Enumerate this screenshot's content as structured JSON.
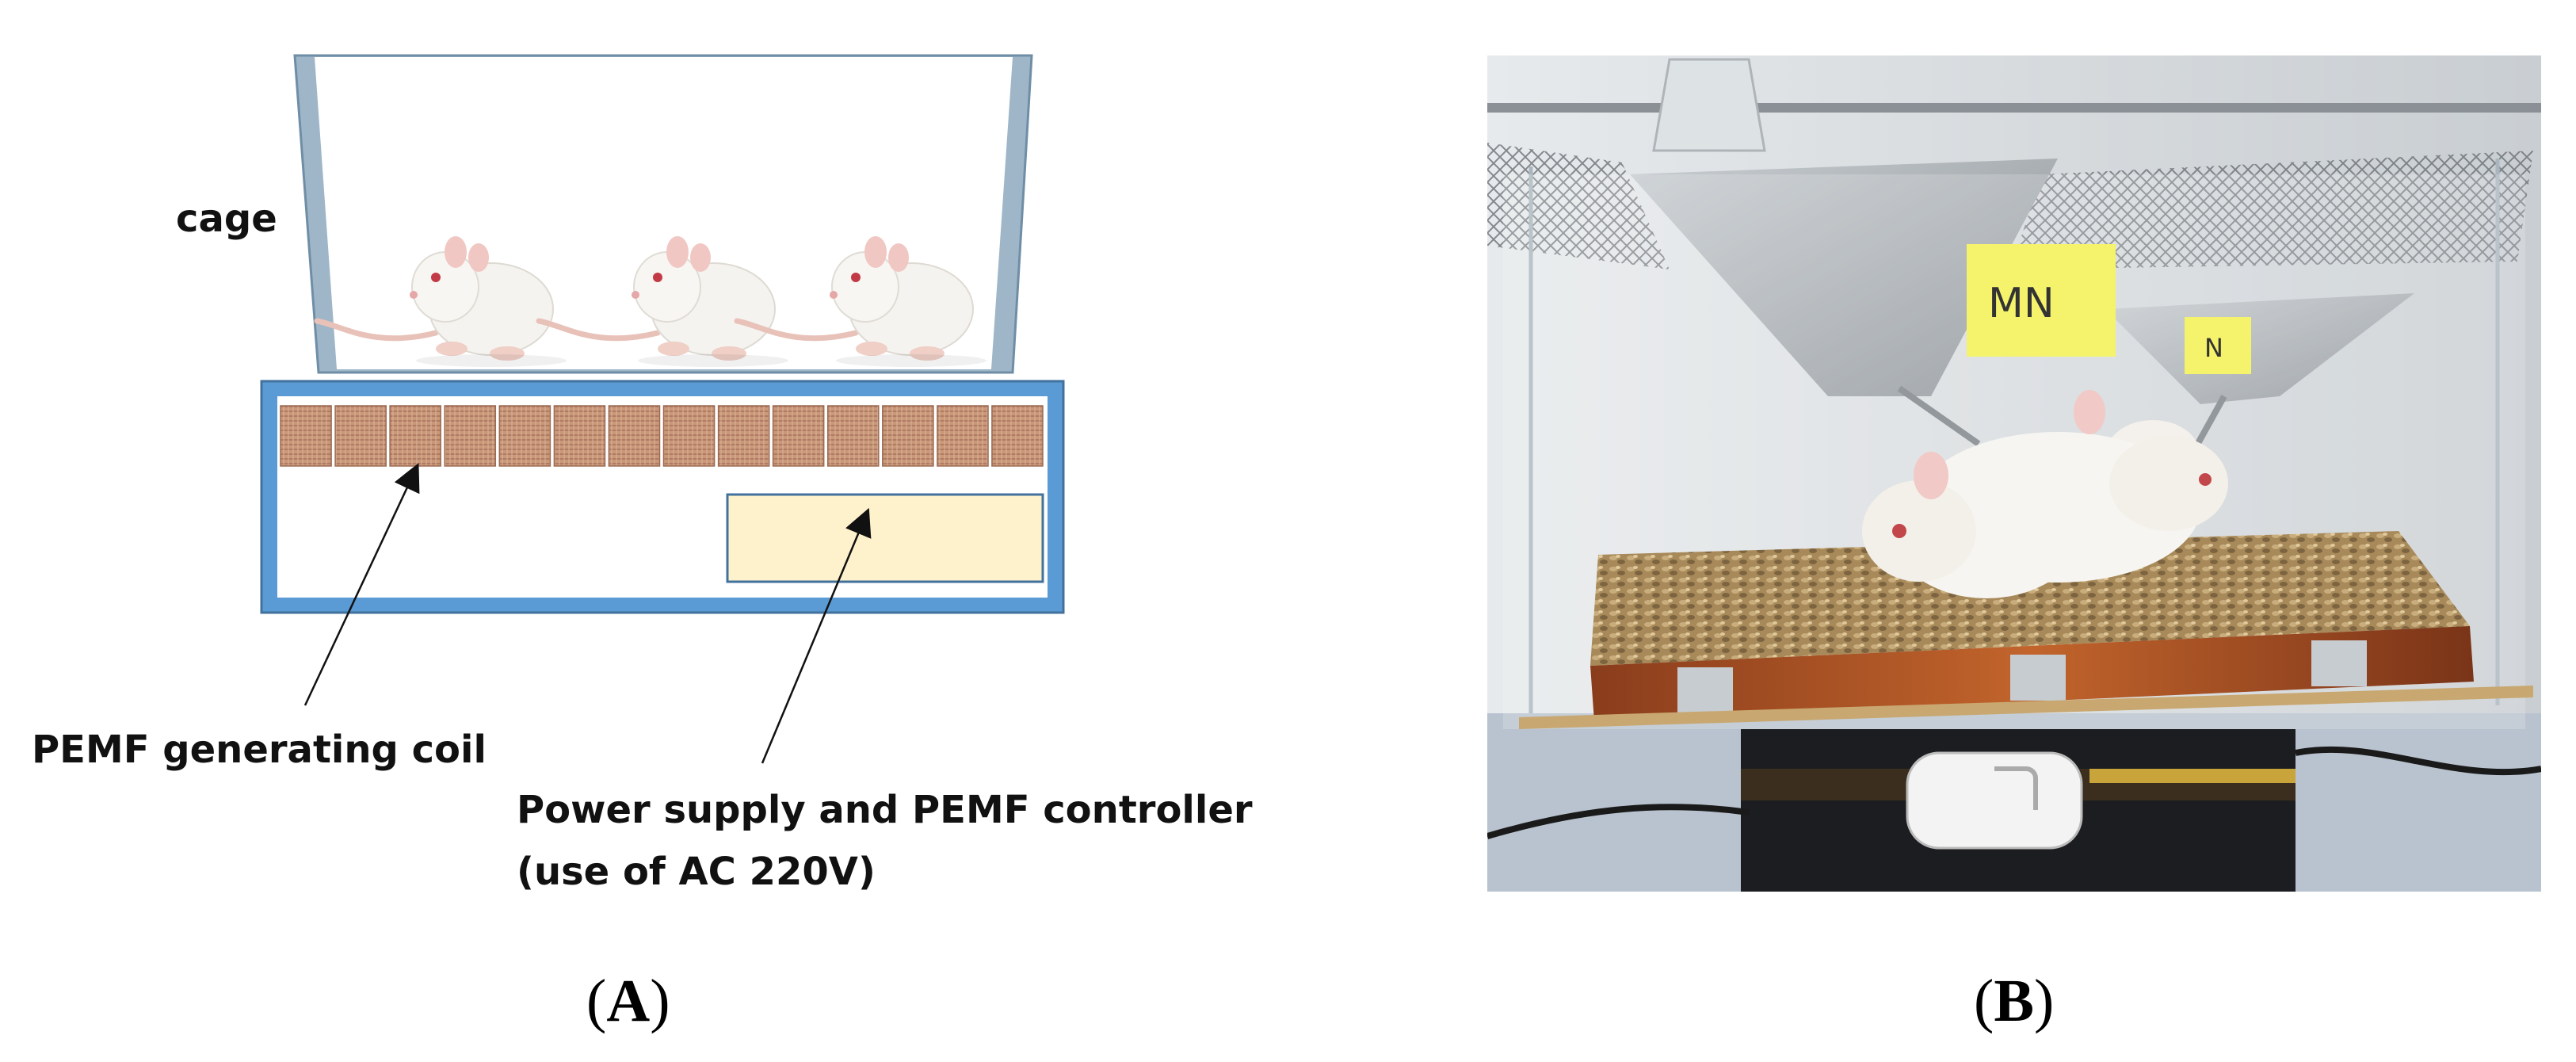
{
  "panel_a": {
    "labels": {
      "cage": "cage",
      "coil": "PEMF generating coil",
      "power_line1": "Power supply and PEMF controller",
      "power_line2": "(use of AC 220V)"
    },
    "coil_count": 14,
    "rat_count": 3,
    "colors": {
      "housing": "#5b9bd5",
      "coil": "#c8957a",
      "controller": "#fef2cc",
      "cage_frame": "#9fb6c8"
    }
  },
  "panel_b": {
    "sign_large": "MN",
    "sign_small": "N"
  },
  "captions": {
    "a_open": "(",
    "a_letter": "A",
    "a_close": ")",
    "b_open": "(",
    "b_letter": "B",
    "b_close": ")"
  }
}
